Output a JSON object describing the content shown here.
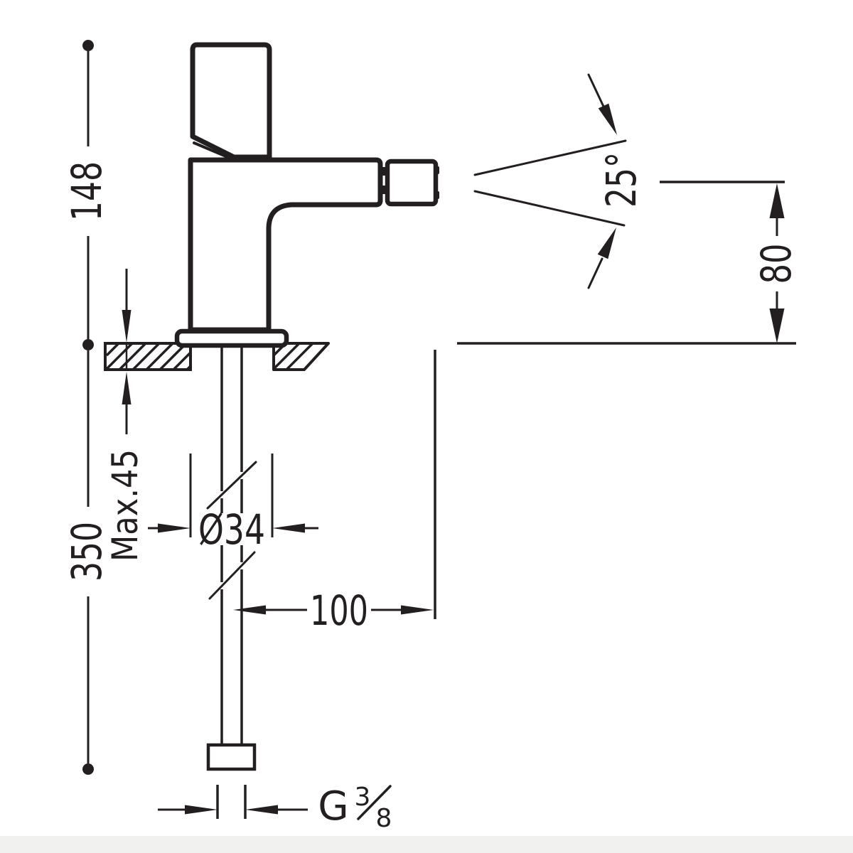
{
  "drawing": {
    "type": "technical-dimension-drawing",
    "subject": "Single-lever bidet mixer tap side elevation with installation dimensions",
    "background_color": "#ffffff",
    "line_color": "#231f20",
    "dimensions": {
      "height_above_deck_mm": "148",
      "supply_length_below_deck_mm": "350",
      "max_deck_thickness": "Max.45",
      "deck_hole_diameter": "Ø34",
      "spout_reach_mm": "100",
      "spout_height_above_deck_mm": "80",
      "spray_angle": "25°",
      "inlet_thread": "G ⅜",
      "inlet_thread_letter": "G",
      "inlet_thread_numerator": "3",
      "inlet_thread_denominator": "8"
    }
  }
}
